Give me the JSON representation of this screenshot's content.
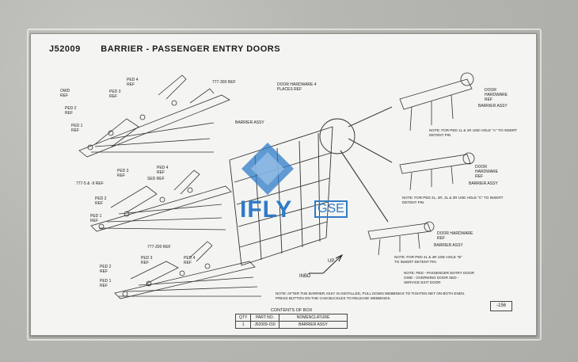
{
  "doc": {
    "number": "J52009",
    "title": "BARRIER - PASSENGER ENTRY DOORS",
    "page": "-156"
  },
  "labels": {
    "ovd_ref": "OWD REF",
    "ped1_ref_a": "PED 1 REF",
    "ped2_ref_a": "PED 2 REF",
    "ped3_ref_a": "PED 3 REF",
    "ped4_ref_a": "PED 4 REF",
    "m777_300": "777-300 REF",
    "m777_5_9": "777-5 & -9 REF",
    "ped1_ref_b": "PED 1 REF",
    "ped2_ref_b": "PED 2 REF",
    "ped3_ref_b": "PED 3 REF",
    "ped4_ref_b": "PED 4 REF",
    "sed_ref": "SED REF",
    "m777_200": "777-200 REF",
    "ped1_ref_c": "PED 1 REF",
    "ped2_ref_c": "PED 2 REF",
    "ped3_ref_c": "PED 3 REF",
    "ped4_ref_c": "PED 4 REF",
    "door_hw_4": "DOOR HARDWARE 4 PLACES REF",
    "barrier_assy": "BARRIER ASSY",
    "up": "UP",
    "inbd": "INBD",
    "door_hw_ref_1": "DOOR HARDWARE REF",
    "barrier_assy_1": "BARRIER ASSY",
    "door_hw_ref_2": "DOOR HARDWARE REF",
    "barrier_assy_2": "BARRIER ASSY",
    "door_hw_ref_3": "DOOR HARDWARE REF",
    "barrier_assy_3": "BARRIER ASSY"
  },
  "notes": {
    "note1": "NOTE: FOR PED 1L & 1R USE HOLE \"A\" TO INSERT DETENT PIN",
    "note2": "NOTE: FOR PED 2L, 2R, 3L & 3R USE HOLE \"C\" TO INSERT DETENT PIN",
    "note3": "NOTE: FOR PED 4L & 4R USE HOLE \"B\" TO INSERT DETENT PIN",
    "legend": "NOTE: PED - PASSENGER ENTRY DOOR OWD - OVERWING DOOR SED - SERVICE EXIT DOOR",
    "bottom": "NOTE: AFTER THE BARRIER ASSY IS INSTALLED, PULL DOWN WEBBINGS TO TIGHTEN NET ON BOTH ENDS. PRESS BUTTON ON THE CAM BUCKLES TO RELEASE WEBBINGS."
  },
  "contents": {
    "caption": "CONTENTS OF BOX",
    "headers": [
      "QTY",
      "PART NO.",
      "NOMENCLATURE"
    ],
    "row": [
      "1",
      "J52009-150",
      "BARRIER ASSY"
    ]
  },
  "watermark": {
    "text": "IFLY",
    "sub": "GSE",
    "color": "#2f7bc8"
  }
}
